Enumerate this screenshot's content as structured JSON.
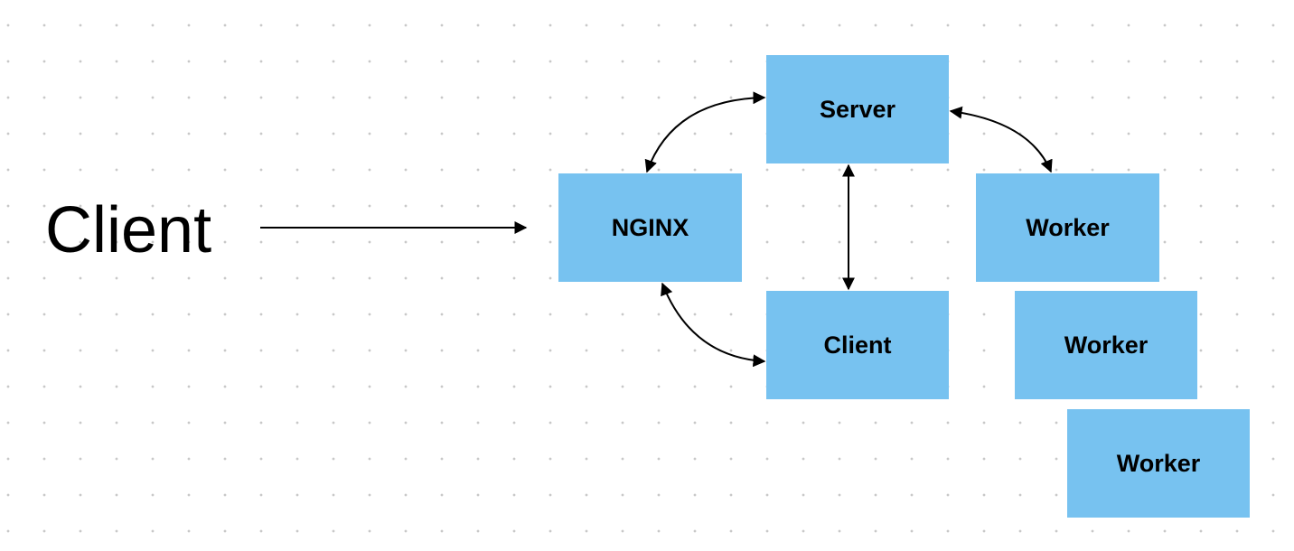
{
  "diagram": {
    "client_label": "Client",
    "nodes": {
      "server": "Server",
      "nginx": "NGINX",
      "client": "Client",
      "worker_1": "Worker",
      "worker_2": "Worker",
      "worker_3": "Worker"
    },
    "colors": {
      "node_fill": "#77c2f0",
      "edge": "#000000",
      "grid_dot": "#c8c8c8",
      "background": "#ffffff"
    }
  }
}
